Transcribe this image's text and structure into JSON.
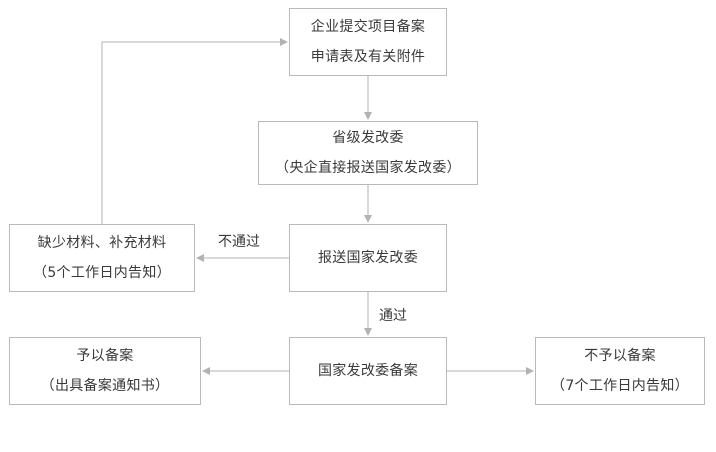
{
  "nodes": {
    "submit": {
      "line1": "企业提交项目备案",
      "line2": "申请表及有关附件"
    },
    "provincial": {
      "line1": "省级发改委",
      "line2": "（央企直接报送国家发改委）"
    },
    "report": {
      "line1": "报送国家发改委"
    },
    "supplement": {
      "line1": "缺少材料、补充材料",
      "line2": "（5个工作日内告知）"
    },
    "national_record": {
      "line1": "国家发改委备案"
    },
    "grant": {
      "line1": "予以备案",
      "line2": "（出具备案通知书）"
    },
    "deny": {
      "line1": "不予以备案",
      "line2": "（7个工作日内告知）"
    }
  },
  "edges": {
    "fail_label": "不通过",
    "pass_label": "通过"
  },
  "colors": {
    "line": "#b3b3b3",
    "border": "#b9b9b9",
    "text": "#3a3a3a"
  }
}
